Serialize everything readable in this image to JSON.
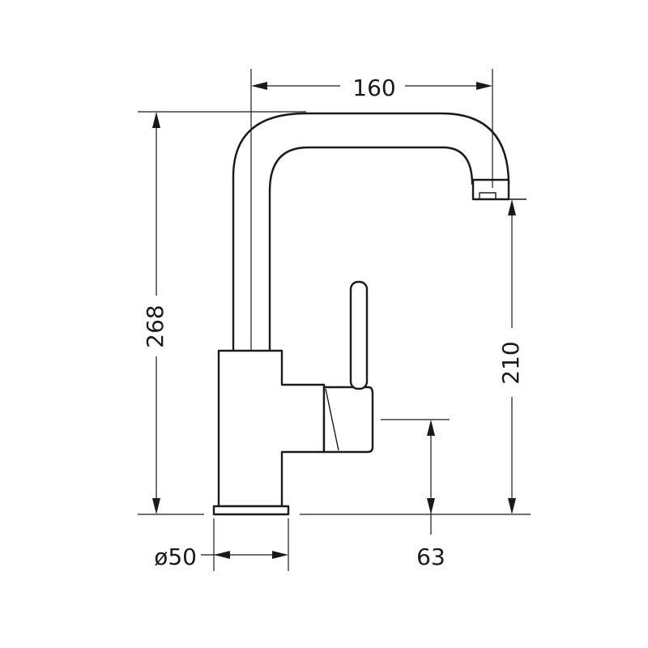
{
  "dimensions": {
    "spout_reach": "160",
    "total_height": "268",
    "spout_height": "210",
    "lever_height": "63",
    "base_diameter": "ø50"
  }
}
